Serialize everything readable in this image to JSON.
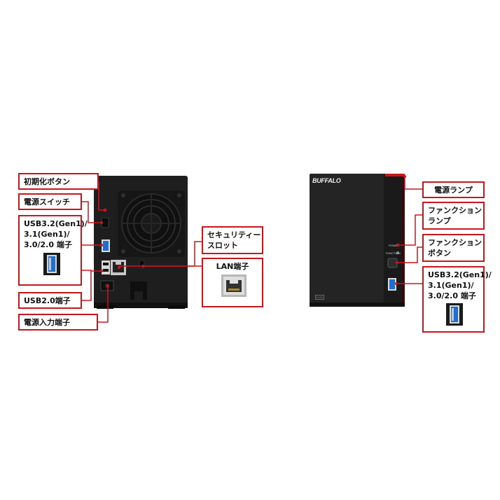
{
  "colors": {
    "accent": "#c8161d",
    "device_body": "#1e1e1e",
    "device_dark": "#111111",
    "usb_blue": "#1f6fd1"
  },
  "rear_callouts": {
    "reset_button": "初期化ボタン",
    "power_switch": "電源スイッチ",
    "usb32_line1": "USB3.2(Gen1)/",
    "usb32_line2": "3.1(Gen1)/",
    "usb32_line3": "3.0/2.0 端子",
    "usb20": "USB2.0端子",
    "power_input": "電源入力端子",
    "security_line1": "セキュリティー",
    "security_line2": "スロット",
    "lan": "LAN端子"
  },
  "front_callouts": {
    "power_lamp": "電源ランプ",
    "function_lamp_line1": "ファンクション",
    "function_lamp_line2": "ランプ",
    "function_button_line1": "ファンクション",
    "function_button_line2": "ボタン",
    "usb32_line1": "USB3.2(Gen1)/",
    "usb32_line2": "3.1(Gen1)/",
    "usb32_line3": "3.0/2.0 端子"
  },
  "device": {
    "brand": "BUFFALO",
    "power_label": "POWER",
    "function_label": "FUNCTION",
    "model_badge": "DUO"
  }
}
